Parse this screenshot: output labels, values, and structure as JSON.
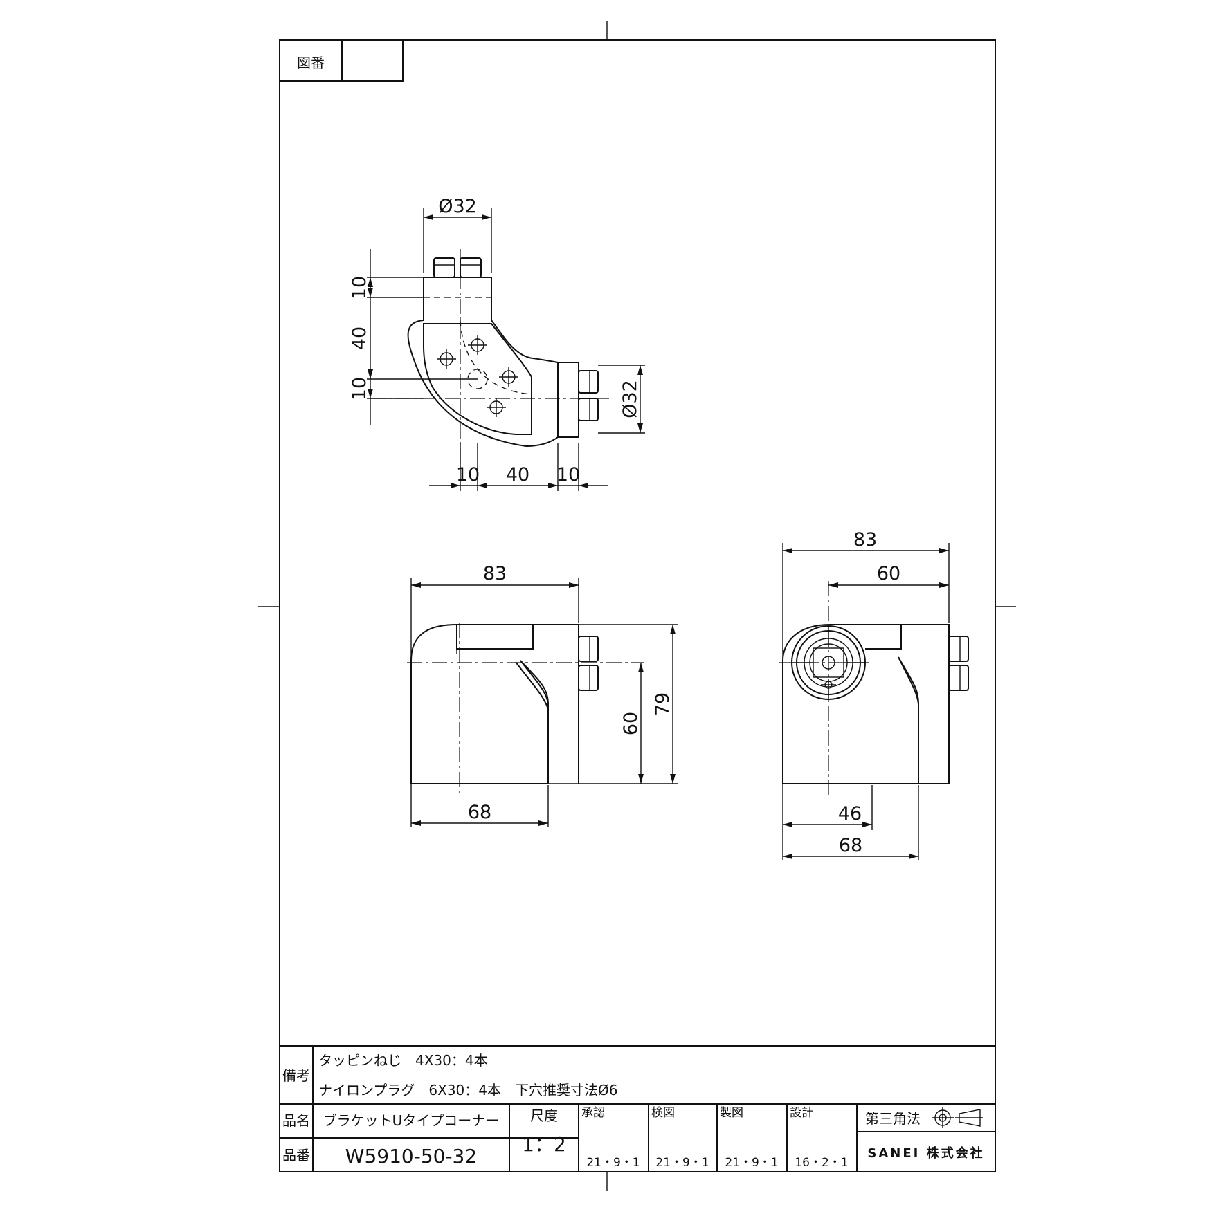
{
  "title_block": {
    "drawing_no_label": "図番",
    "drawing_no_value": "",
    "remarks_label": "備考",
    "remarks": [
      "タッピンねじ　4X30：4本",
      "ナイロンプラグ　6X30：4本　下穴推奨寸法Ø6"
    ],
    "product_name_label": "品名",
    "product_name": "ブラケットUタイプコーナー",
    "part_no_label": "品番",
    "part_no": "W5910-50-32",
    "scale_label": "尺度",
    "scale": "1：2",
    "approved_label": "承認",
    "approved_date": "21・9・1",
    "checked_label": "検図",
    "checked_date": "21・9・1",
    "drawn_label": "製図",
    "drawn_date": "21・9・1",
    "designed_label": "設計",
    "designed_date": "16・2・1",
    "projection": "第三角法",
    "company": "SANEI 株式会社"
  },
  "dimensions": {
    "top_dia_top": "Ø32",
    "top_h_10a": "10",
    "top_h_40": "40",
    "top_h_10b": "10",
    "top_dia_right": "Ø32",
    "top_w_10a": "10",
    "top_w_40": "40",
    "top_w_10b": "10",
    "front_width": "83",
    "front_base": "68",
    "front_height_60": "60",
    "front_height_79": "79",
    "side_width": "83",
    "side_60": "60",
    "side_46": "46",
    "side_base": "68"
  }
}
